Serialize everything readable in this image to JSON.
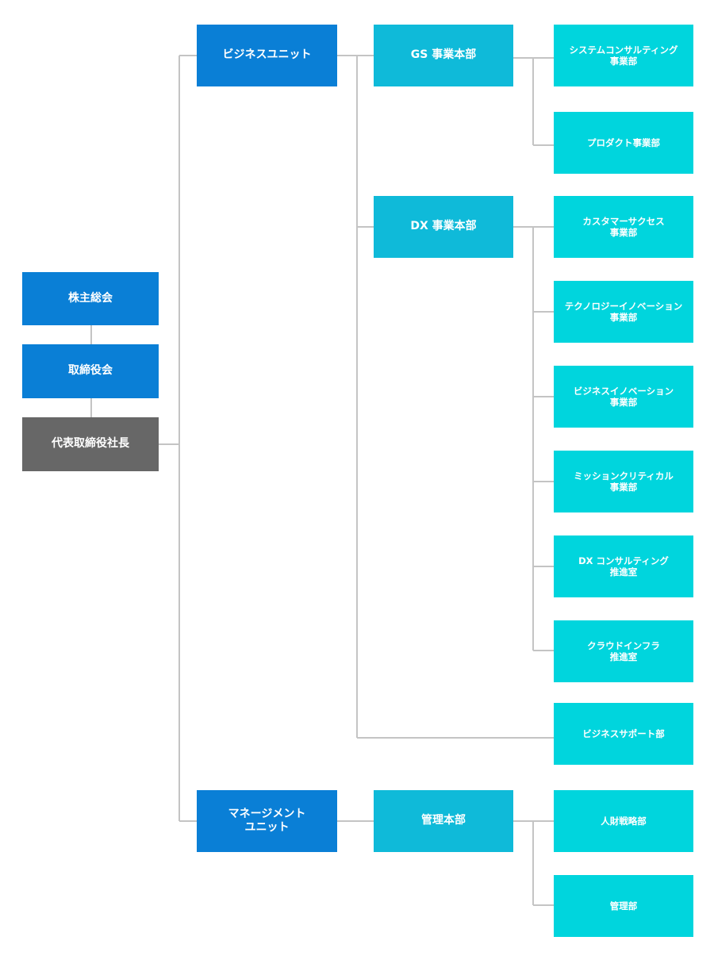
{
  "governance": {
    "shareholders": "株主総会",
    "board": "取締役会",
    "president": "代表取締役社長"
  },
  "business_unit": {
    "label": "ビジネスユニット",
    "gs": {
      "label": "GS 事業本部",
      "departments": [
        {
          "line1": "システムコンサルティング",
          "line2": "事業部"
        },
        {
          "line1": "プロダクト事業部"
        }
      ]
    },
    "dx": {
      "label": "DX 事業本部",
      "departments": [
        {
          "line1": "カスタマーサクセス",
          "line2": "事業部"
        },
        {
          "line1": "テクノロジーイノベーション",
          "line2": "事業部"
        },
        {
          "line1": "ビジネスイノベーション",
          "line2": "事業部"
        },
        {
          "line1": "ミッションクリティカル",
          "line2": "事業部"
        },
        {
          "line1": "DX コンサルティング",
          "line2": "推進室"
        },
        {
          "line1": "クラウドインフラ",
          "line2": "推進室"
        }
      ]
    },
    "support": "ビジネスサポート部"
  },
  "management_unit": {
    "line1": "マネージメント",
    "line2": "ユニット",
    "hq": {
      "label": "管理本部",
      "departments": [
        {
          "line1": "人財戦略部"
        },
        {
          "line1": "管理部"
        }
      ]
    }
  },
  "colors": {
    "governance": "#0a7fd6",
    "president": "#676767",
    "unit": "#0a7fd6",
    "headquarters": "#0fbad9",
    "department": "#00d5dd",
    "connector": "#c4c4c4"
  }
}
